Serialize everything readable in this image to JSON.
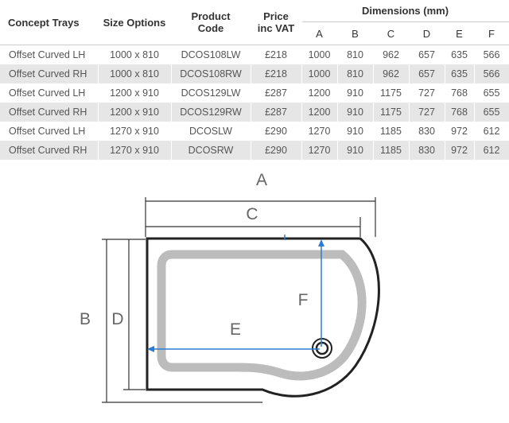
{
  "table": {
    "headers": {
      "tray": "Concept Trays",
      "size": "Size Options",
      "code_line1": "Product",
      "code_line2": "Code",
      "price_line1": "Price",
      "price_line2": "inc VAT",
      "dimensions": "Dimensions (mm)",
      "dim_cols": [
        "A",
        "B",
        "C",
        "D",
        "E",
        "F"
      ]
    },
    "rows": [
      {
        "tray": "Offset Curved LH",
        "size": "1000 x 810",
        "code": "DCOS108LW",
        "price": "£218",
        "a": "1000",
        "b": "810",
        "c": "962",
        "d": "657",
        "e": "635",
        "f": "566"
      },
      {
        "tray": "Offset Curved RH",
        "size": "1000 x 810",
        "code": "DCOS108RW",
        "price": "£218",
        "a": "1000",
        "b": "810",
        "c": "962",
        "d": "657",
        "e": "635",
        "f": "566"
      },
      {
        "tray": "Offset Curved LH",
        "size": "1200 x 910",
        "code": "DCOS129LW",
        "price": "£287",
        "a": "1200",
        "b": "910",
        "c": "1175",
        "d": "727",
        "e": "768",
        "f": "655"
      },
      {
        "tray": "Offset Curved RH",
        "size": "1200 x 910",
        "code": "DCOS129RW",
        "price": "£287",
        "a": "1200",
        "b": "910",
        "c": "1175",
        "d": "727",
        "e": "768",
        "f": "655"
      },
      {
        "tray": "Offset Curved LH",
        "size": "1270 x 910",
        "code": "DCOSLW",
        "price": "£290",
        "a": "1270",
        "b": "910",
        "c": "1185",
        "d": "830",
        "e": "972",
        "f": "612"
      },
      {
        "tray": "Offset Curved RH",
        "size": "1270 x 910",
        "code": "DCOSRW",
        "price": "£290",
        "a": "1270",
        "b": "910",
        "c": "1185",
        "d": "830",
        "e": "972",
        "f": "612"
      }
    ]
  },
  "diagram": {
    "labels": {
      "a": "A",
      "b": "B",
      "c": "C",
      "d": "D",
      "e": "E",
      "f": "F"
    },
    "colors": {
      "outline": "#222222",
      "inner": "#b5b5b5",
      "arrow": "#2a7dd2",
      "dim": "#333333"
    }
  }
}
